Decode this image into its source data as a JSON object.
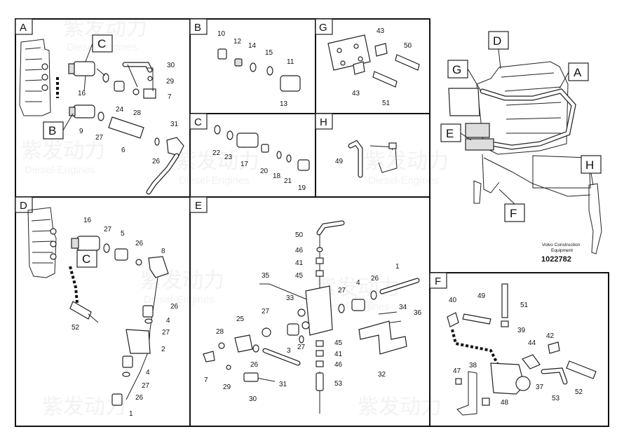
{
  "sections": {
    "A": "A",
    "B": "B",
    "C": "C",
    "D": "D",
    "E": "E",
    "F": "F",
    "G": "G",
    "H": "H"
  },
  "callouts": {
    "A_C": "C",
    "A_B": "B",
    "D_C": "C",
    "ov_D": "D",
    "ov_G": "G",
    "ov_A": "A",
    "ov_E": "E",
    "ov_H": "H",
    "ov_F": "F"
  },
  "labels": {
    "A": [
      "30",
      "29",
      "7",
      "16",
      "24",
      "28",
      "9",
      "27",
      "6",
      "31",
      "26"
    ],
    "B": [
      "10",
      "12",
      "14",
      "15",
      "11",
      "13"
    ],
    "G": [
      "43",
      "50",
      "43",
      "51"
    ],
    "C": [
      "22",
      "23",
      "17",
      "20",
      "18",
      "21",
      "19"
    ],
    "H": [
      "49"
    ],
    "D": [
      "16",
      "27",
      "5",
      "26",
      "8",
      "26",
      "4",
      "27",
      "2",
      "4",
      "27",
      "26",
      "1",
      "52"
    ],
    "E": [
      "50",
      "46",
      "41",
      "45",
      "35",
      "33",
      "27",
      "4",
      "26",
      "1",
      "34",
      "36",
      "27",
      "25",
      "28",
      "3",
      "27",
      "7",
      "29",
      "26",
      "30",
      "31",
      "45",
      "41",
      "46",
      "53",
      "32"
    ],
    "F": [
      "40",
      "49",
      "51",
      "39",
      "44",
      "42",
      "47",
      "38",
      "37",
      "53",
      "52",
      "48"
    ]
  },
  "caption": {
    "line1": "Volvo Construction",
    "line2": "Equipment",
    "code": "1022782"
  },
  "watermark": {
    "brand": "紫发动力",
    "sub": "Diesel-Engines"
  }
}
